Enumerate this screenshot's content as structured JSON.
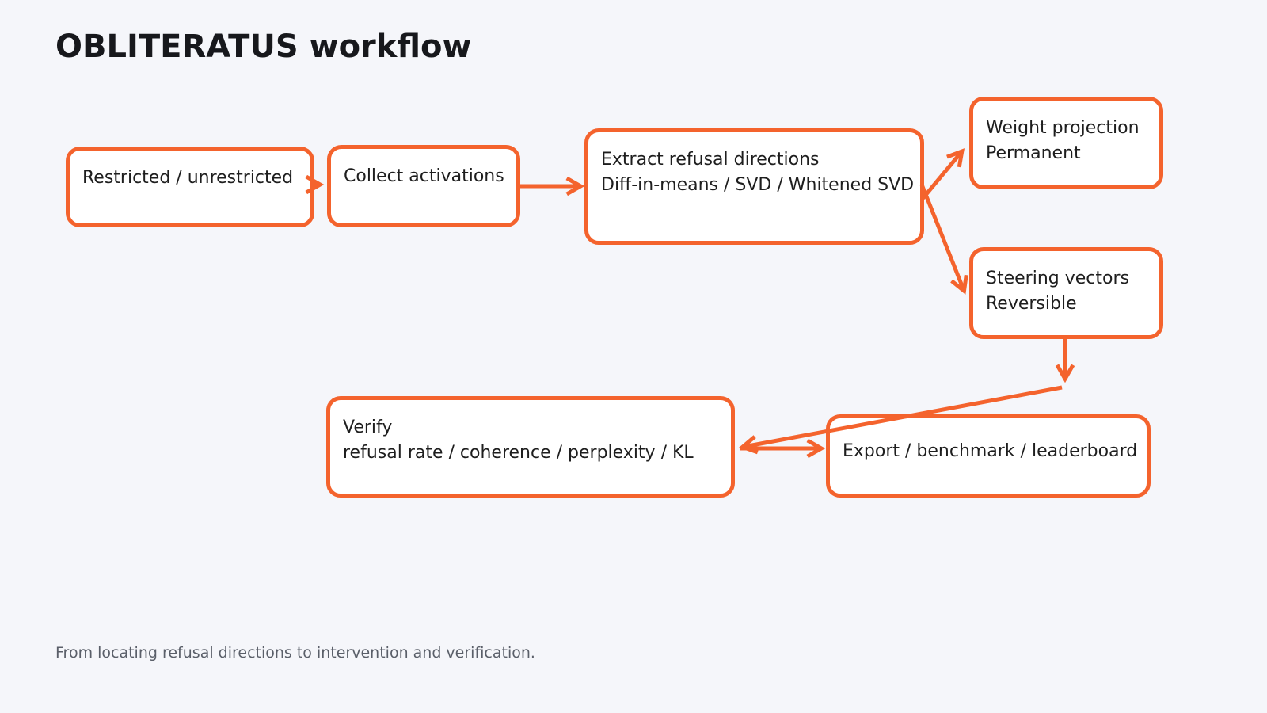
{
  "title": "OBLITERATUS workflow",
  "caption": "From locating refusal directions to intervention and verification.",
  "theme": {
    "background": "#F5F6FA",
    "node_fill": "#FFFFFF",
    "accent": "#F4632D",
    "title_color": "#17181C",
    "text_color": "#1E1E1E",
    "caption_color": "#5A5F69"
  },
  "nodes": {
    "sources": {
      "lines": [
        "Restricted / unrestricted"
      ]
    },
    "collect": {
      "lines": [
        "Collect activations"
      ]
    },
    "extract": {
      "lines": [
        "Extract refusal directions",
        "Diff-in-means / SVD / Whitened SVD"
      ]
    },
    "weight": {
      "lines": [
        "Weight projection",
        "Permanent"
      ]
    },
    "steering": {
      "lines": [
        "Steering vectors",
        "Reversible"
      ]
    },
    "verify": {
      "lines": [
        "Verify",
        "refusal rate / coherence / perplexity / KL"
      ]
    },
    "export": {
      "lines": [
        "Export / benchmark / leaderboard"
      ]
    }
  },
  "edges": [
    {
      "id": "sources-collect",
      "from": "sources",
      "to": "collect"
    },
    {
      "id": "collect-extract",
      "from": "collect",
      "to": "extract"
    },
    {
      "id": "extract-weight",
      "from": "extract",
      "to": "weight"
    },
    {
      "id": "extract-steering",
      "from": "extract",
      "to": "steering"
    },
    {
      "id": "steering-verify",
      "from": "steering",
      "to": "verify",
      "note": "elbow: down then diagonal left"
    },
    {
      "id": "verify-export",
      "from": "verify",
      "to": "export"
    }
  ]
}
